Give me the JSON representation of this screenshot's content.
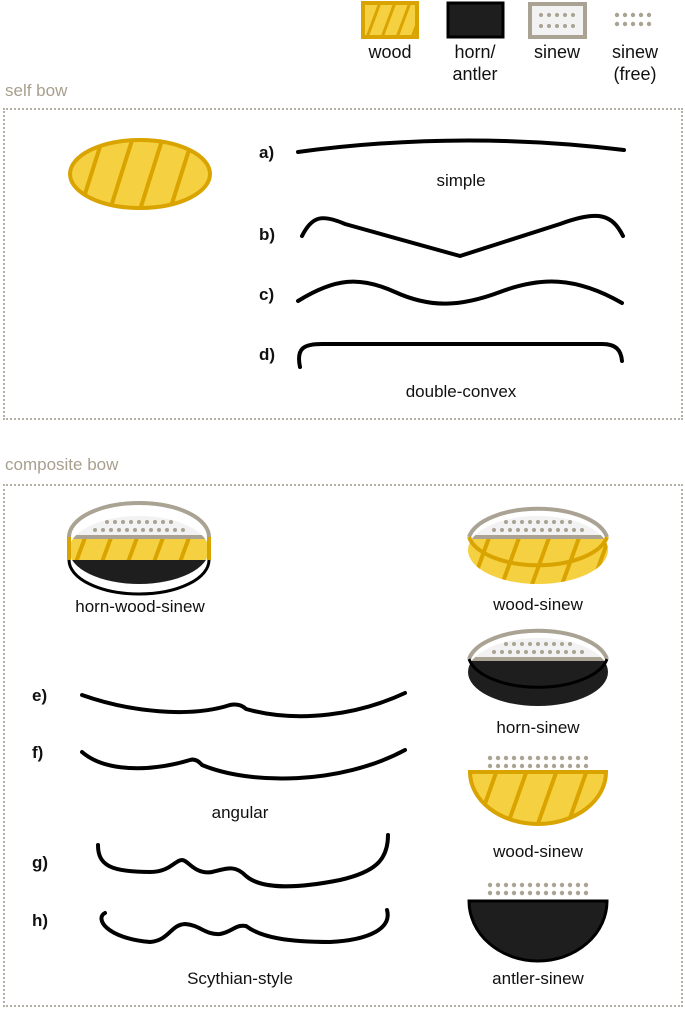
{
  "colors": {
    "wood_fill": "#f5d040",
    "wood_stroke": "#d9a300",
    "horn": "#1e1e1e",
    "sinew_fill": "#f2f2f2",
    "sinew_stroke": "#aaa394",
    "sinew_dot": "#aaa394",
    "section_label": "#a89f8e"
  },
  "legend": [
    {
      "label": "wood",
      "icon": "wood-swatch"
    },
    {
      "label": "horn/\nantler",
      "icon": "horn-swatch"
    },
    {
      "label": "sinew",
      "icon": "sinew-swatch"
    },
    {
      "label": "sinew\n(free)",
      "icon": "sinew-free-swatch"
    }
  ],
  "self_bow": {
    "title": "self bow",
    "profiles": [
      {
        "letter": "a)",
        "caption": "simple"
      },
      {
        "letter": "b)"
      },
      {
        "letter": "c)"
      },
      {
        "letter": "d)",
        "caption": "double-convex"
      }
    ]
  },
  "composite_bow": {
    "title": "composite bow",
    "main_section": "horn-wood-sinew",
    "sections": [
      "wood-sinew",
      "horn-sinew",
      "wood-sinew",
      "antler-sinew"
    ],
    "profiles": [
      {
        "letter": "e)"
      },
      {
        "letter": "f)"
      },
      {
        "letter": "g)"
      },
      {
        "letter": "h)"
      }
    ],
    "captions": [
      "angular",
      "Scythian-style"
    ]
  }
}
